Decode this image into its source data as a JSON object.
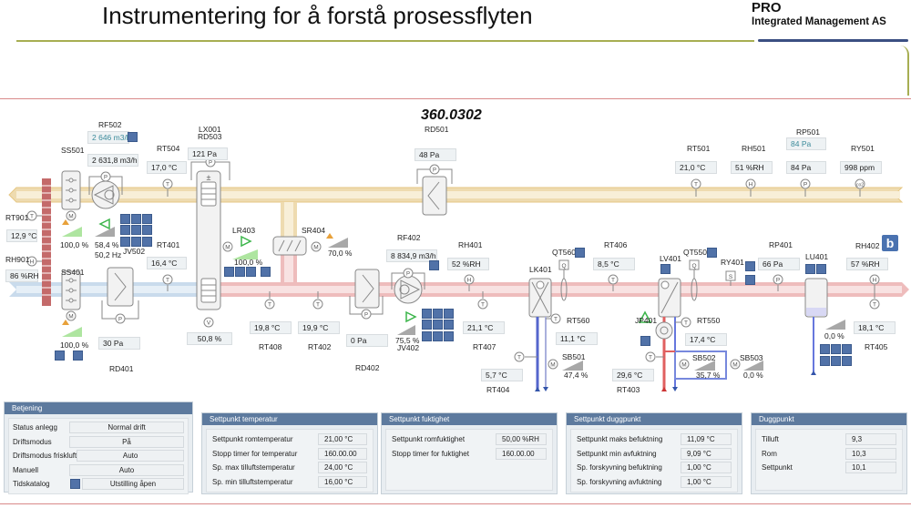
{
  "header": {
    "title": "Instrumentering for å forstå prosessflyten",
    "brand_line1": "PRO",
    "brand_line2": "Integrated Management AS"
  },
  "diagram": {
    "unit_id": "360.0302",
    "extract_air": {
      "RF502": {
        "label": "RF502",
        "setpoint": "2 646 m3/h",
        "value": "2 631,8 m3/h"
      },
      "RT504": {
        "label": "RT504",
        "value": "17,0 °C"
      },
      "LX001": {
        "label1": "LX001",
        "label2": "RD503",
        "value": "121 Pa"
      },
      "RD501": {
        "label": "RD501",
        "value": "48 Pa"
      },
      "RT501": {
        "label": "RT501",
        "value": "21,0 °C"
      },
      "RH501": {
        "label": "RH501",
        "value": "51 %RH"
      },
      "RP501": {
        "label": "RP501",
        "setpoint": "84 Pa",
        "value": "84 Pa"
      },
      "RY501": {
        "label": "RY501",
        "value": "998 ppm"
      },
      "SS501": {
        "label": "SS501",
        "value": "100,0 %"
      },
      "JV502": {
        "label": "JV502",
        "value": "58,4 %",
        "freq": "50,2 Hz"
      }
    },
    "outdoor": {
      "RT901": {
        "label": "RT901",
        "value": "12,9 °C"
      },
      "RH901": {
        "label": "RH901",
        "value": "86 %RH"
      }
    },
    "supply_air": {
      "SS401": {
        "label": "SS401",
        "value": "100,0 %"
      },
      "RD401": {
        "label": "RD401",
        "value": "30 Pa"
      },
      "RT401": {
        "label": "RT401",
        "value": "16,4 °C"
      },
      "heat_recovery": {
        "value": "50,8 %"
      },
      "LR403": {
        "label": "LR403",
        "value": "100,0 %"
      },
      "SR404": {
        "label": "SR404",
        "value": "70,0 %"
      },
      "RT408": {
        "label": "RT408",
        "value": "19,8 °C"
      },
      "RT402": {
        "label": "RT402",
        "value": "19,9 °C"
      },
      "RD402": {
        "label": "RD402",
        "value": "0 Pa"
      },
      "RF402": {
        "label": "RF402",
        "value": "8 834,9 m3/h"
      },
      "JV402": {
        "label": "JV402",
        "value": "75,5 %"
      },
      "RH401": {
        "label": "RH401",
        "value": "52 %RH"
      },
      "RT407": {
        "label": "RT407",
        "value": "21,1 °C"
      },
      "LK401": {
        "label": "LK401"
      },
      "QT560": {
        "label": "QT560"
      },
      "RT560": {
        "label": "RT560",
        "value": "11,1 °C"
      },
      "SB501": {
        "label": "SB501",
        "value": "47,4 %"
      },
      "RT404": {
        "label": "RT404",
        "value": "5,7 °C"
      },
      "RT406": {
        "label": "RT406",
        "value": "8,5 °C"
      },
      "LV401": {
        "label": "LV401"
      },
      "QT550": {
        "label": "QT550"
      },
      "RY401": {
        "label": "RY401"
      },
      "RP401": {
        "label": "RP401",
        "value": "66 Pa"
      },
      "JP401": {
        "label": "JP401"
      },
      "RT550": {
        "label": "RT550",
        "value": "17,4 °C"
      },
      "RT403": {
        "label": "RT403",
        "value": "29,6 °C"
      },
      "SB502": {
        "label": "SB502",
        "value": "35,7 %"
      },
      "SB503": {
        "label": "SB503",
        "value": "0,0 %"
      },
      "LU401": {
        "label": "LU401",
        "value": "0,0 %"
      },
      "RH402": {
        "label": "RH402",
        "value": "57 %RH"
      },
      "RT405": {
        "label": "RT405",
        "value": "18,1 °C"
      }
    },
    "sensor_letters": {
      "T": "T",
      "H": "H",
      "P": "P",
      "M": "M",
      "V": "V",
      "Q": "Q",
      "S": "S",
      "CO2": "co2"
    }
  },
  "panels": {
    "betjening": {
      "title": "Betjening",
      "rows": [
        {
          "label": "Status anlegg",
          "value": "Normal drift"
        },
        {
          "label": "Driftsmodus",
          "value": "På"
        },
        {
          "label": "Driftsmodus friskluft",
          "value": "Auto"
        },
        {
          "label": "Manuell",
          "value": "Auto"
        },
        {
          "label": "Tidskatalog",
          "value": "Utstilling åpen"
        }
      ]
    },
    "temperatur": {
      "title": "Settpunkt temperatur",
      "rows": [
        {
          "label": "Settpunkt romtemperatur",
          "value": "21,00 °C"
        },
        {
          "label": "Stopp timer for temperatur",
          "value": "160.00.00"
        },
        {
          "label": "Sp. max tilluftstemperatur",
          "value": "24,00 °C"
        },
        {
          "label": "Sp. min tilluftstemperatur",
          "value": "16,00 °C"
        }
      ]
    },
    "fuktighet": {
      "title": "Settpunkt fuktighet",
      "rows": [
        {
          "label": "Settpunkt romfuktighet",
          "value": "50,00 %RH"
        },
        {
          "label": "Stopp timer for fuktighet",
          "value": "160.00.00"
        }
      ]
    },
    "duggpunkt_sp": {
      "title": "Settpunkt duggpunkt",
      "rows": [
        {
          "label": "Settpunkt maks befuktning",
          "value": "11,09 °C"
        },
        {
          "label": "Settpunkt min avfuktning",
          "value": "9,09 °C"
        },
        {
          "label": "Sp. forskyvning befuktning",
          "value": "1,00 °C"
        },
        {
          "label": "Sp. forskyvning avfuktning",
          "value": "1,00 °C"
        }
      ]
    },
    "duggpunkt": {
      "title": "Duggpunkt",
      "rows": [
        {
          "label": "Tilluft",
          "value": "9,3"
        },
        {
          "label": "Rom",
          "value": "10,3"
        },
        {
          "label": "Settpunkt",
          "value": "10,1"
        }
      ]
    }
  },
  "colors": {
    "extract_duct": "#f1d9a0",
    "supply_duct_cold": "#c6d8ea",
    "supply_duct_warm": "#f0b8b8",
    "panel_header": "#5d7a9e",
    "tool_button": "#5172a8"
  }
}
